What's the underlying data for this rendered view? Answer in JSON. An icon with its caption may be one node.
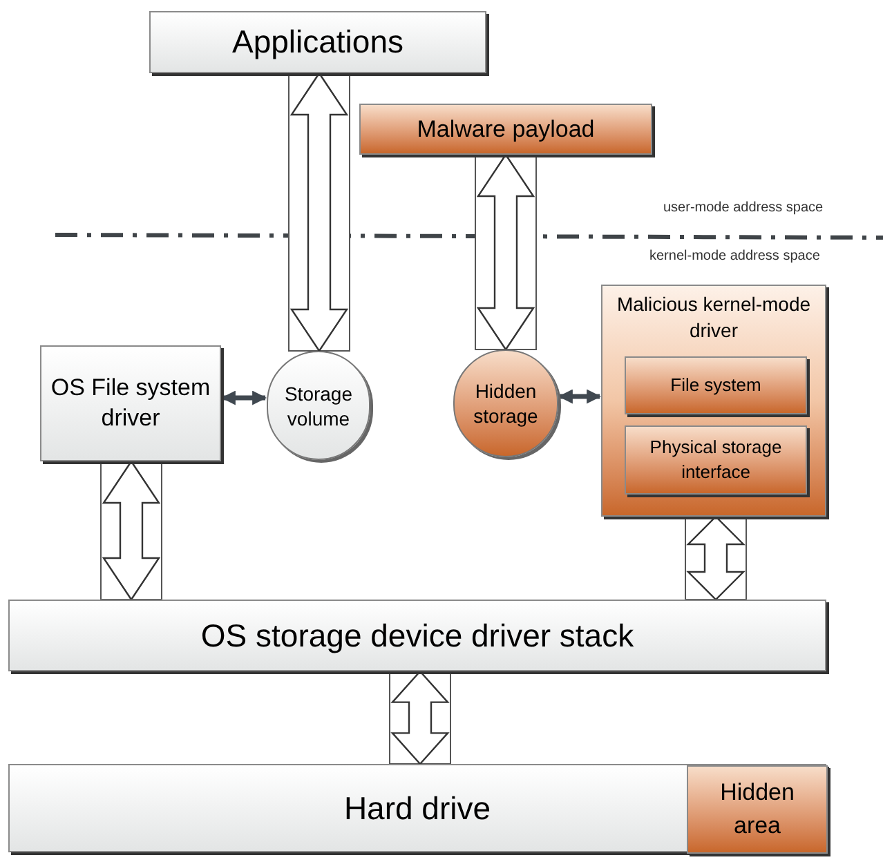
{
  "diagram": {
    "nodes": [
      {
        "text": [
          "Applications"
        ]
      },
      {
        "text": [
          "Malware payload"
        ]
      },
      {
        "text": [
          "OS File system driver"
        ]
      },
      {
        "text": [
          "Storage volume"
        ]
      },
      {
        "text": [
          "Hidden storage"
        ]
      },
      {
        "text": [
          "Malicious kernel-mode driver"
        ]
      },
      {
        "text": [
          "File system"
        ],
        "in": 5
      },
      {
        "text": [
          "Physical storage interface"
        ],
        "in": 5
      },
      {
        "text": [
          "OS storage device driver stack"
        ]
      },
      {
        "text": [
          "Hard drive"
        ]
      },
      {
        "text": [
          "Hidden area"
        ],
        "in": 9
      }
    ],
    "edges": [
      {
        "from": 0,
        "to": 3,
        "arrow": "both",
        "style": "thick"
      },
      {
        "from": 1,
        "to": 4,
        "arrow": "both",
        "style": "thick"
      },
      {
        "from": 2,
        "to": 8,
        "arrow": "both",
        "style": "thick"
      },
      {
        "from": 5,
        "to": 8,
        "arrow": "both",
        "style": "thick"
      },
      {
        "from": 8,
        "to": 9,
        "arrow": "both",
        "style": "thick"
      },
      {
        "from": 2,
        "to": 3,
        "arrow": "both"
      },
      {
        "from": 4,
        "to": 5,
        "arrow": "both"
      }
    ],
    "labels": [
      "user-mode address space",
      "kernel-mode address space"
    ]
  }
}
